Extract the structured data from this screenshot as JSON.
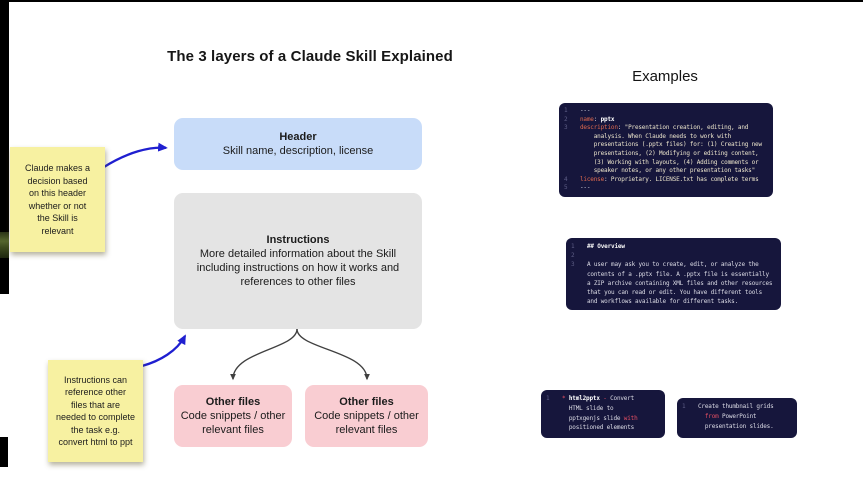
{
  "title": "The 3 layers of a Claude Skill Explained",
  "examples_heading": "Examples",
  "diagram": {
    "header_box": {
      "title": "Header",
      "subtitle": "Skill name, description, license"
    },
    "instructions_box": {
      "title": "Instructions",
      "body": "More detailed information about the Skill\nincluding instructions on how it works and\nreferences to other files"
    },
    "other_files_left": {
      "title": "Other files",
      "subtitle": "Code snippets / other\nrelevant files"
    },
    "other_files_right": {
      "title": "Other files",
      "subtitle": "Code snippets / other\nrelevant files"
    },
    "sticky_header_note": "Claude  makes a\ndecision based\non this header\nwhether or not\nthe Skill is\nrelevant",
    "sticky_instructions_note": "Instructions can\nreference other\nfiles that are\nneeded to complete\nthe task e.g.\nconvert html to ppt"
  },
  "colors": {
    "box-blue": "#c8dcf9",
    "box-gray": "#e4e4e4",
    "box-pink": "#f9cdd2",
    "sticky-yellow": "#f7f1a1",
    "arrow-blue": "#1f1fd0",
    "arrow-dark": "#404040",
    "code-bg": "#16163c",
    "code-linenum": "#5d5d85",
    "code-key": "#e0694e",
    "code-accent": "#e34f63",
    "code-string": "#ece5cc",
    "code-plain": "#dcdce6"
  },
  "code_blocks": {
    "frontmatter": {
      "lines": [
        {
          "n": "1",
          "s": [
            {
              "t": "---",
              "c": "plain"
            }
          ]
        },
        {
          "n": "2",
          "s": [
            {
              "t": "name",
              "c": "key"
            },
            {
              "t": ": ",
              "c": "plain"
            },
            {
              "t": "pptx",
              "c": "white"
            }
          ]
        },
        {
          "n": "3",
          "s": [
            {
              "t": "description",
              "c": "key"
            },
            {
              "t": ": ",
              "c": "plain"
            },
            {
              "t": "\"Presentation creation, editing, and",
              "c": "str"
            }
          ]
        },
        {
          "n": "",
          "s": [
            {
              "t": "    analysis. When Claude needs to work with",
              "c": "str"
            }
          ]
        },
        {
          "n": "",
          "s": [
            {
              "t": "    presentations (.pptx files) for: (1) Creating new",
              "c": "str"
            }
          ]
        },
        {
          "n": "",
          "s": [
            {
              "t": "    presentations, (2) Modifying or editing content,",
              "c": "str"
            }
          ]
        },
        {
          "n": "",
          "s": [
            {
              "t": "    (3) Working with layouts, (4) Adding comments or",
              "c": "str"
            }
          ]
        },
        {
          "n": "",
          "s": [
            {
              "t": "    speaker notes, or any other presentation tasks\"",
              "c": "str"
            }
          ]
        },
        {
          "n": "4",
          "s": [
            {
              "t": "license",
              "c": "key"
            },
            {
              "t": ": ",
              "c": "plain"
            },
            {
              "t": "Proprietary. LICENSE.txt has complete terms",
              "c": "str"
            }
          ]
        },
        {
          "n": "5",
          "s": [
            {
              "t": "---",
              "c": "plain"
            }
          ]
        }
      ]
    },
    "overview": {
      "lines": [
        {
          "n": "1",
          "s": [
            {
              "t": "## Overview",
              "c": "b"
            }
          ]
        },
        {
          "n": "2",
          "s": []
        },
        {
          "n": "3",
          "s": [
            {
              "t": "A user may ask you to create, edit, or analyze the",
              "c": "plain"
            }
          ]
        },
        {
          "n": "",
          "s": [
            {
              "t": "contents of a .pptx file. A .pptx file is essentially",
              "c": "plain"
            }
          ]
        },
        {
          "n": "",
          "s": [
            {
              "t": "a ZIP archive containing XML files and other resources",
              "c": "plain"
            }
          ]
        },
        {
          "n": "",
          "s": [
            {
              "t": "that you can read or edit. You have different tools",
              "c": "plain"
            }
          ]
        },
        {
          "n": "",
          "s": [
            {
              "t": "and workflows available for different tasks.",
              "c": "plain"
            }
          ]
        }
      ]
    },
    "html2pptx": {
      "lines": [
        {
          "n": "1",
          "s": [
            {
              "t": "* ",
              "c": "accent"
            },
            {
              "t": "html2pptx ",
              "c": "white"
            },
            {
              "t": "- ",
              "c": "accent"
            },
            {
              "t": "Convert",
              "c": "plain"
            }
          ]
        },
        {
          "n": "",
          "s": [
            {
              "t": "  HTML slide to",
              "c": "plain"
            }
          ]
        },
        {
          "n": "",
          "s": [
            {
              "t": "  pptxgenjs slide ",
              "c": "plain"
            },
            {
              "t": "with",
              "c": "accent"
            }
          ]
        },
        {
          "n": "",
          "s": [
            {
              "t": "  positioned elements",
              "c": "plain"
            }
          ]
        }
      ]
    },
    "thumbnail": {
      "lines": [
        {
          "n": "1",
          "s": [
            {
              "t": "Create thumbnail grids",
              "c": "plain"
            }
          ]
        },
        {
          "n": "",
          "s": [
            {
              "t": "  ",
              "c": "plain"
            },
            {
              "t": "from",
              "c": "accent"
            },
            {
              "t": " PowerPoint",
              "c": "plain"
            }
          ]
        },
        {
          "n": "",
          "s": [
            {
              "t": "  presentation slides.",
              "c": "plain"
            }
          ]
        }
      ]
    }
  }
}
